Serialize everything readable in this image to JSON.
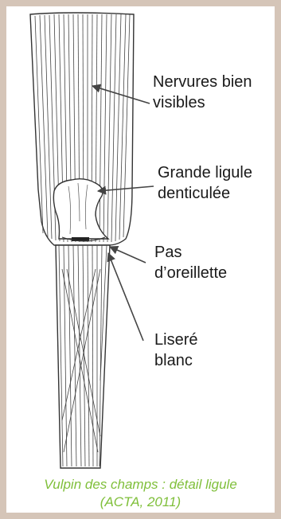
{
  "labels": {
    "nervures": [
      "Nervures bien",
      "visibles"
    ],
    "ligule": [
      "Grande ligule",
      "denticulée"
    ],
    "oreillette": [
      "Pas",
      "d’oreillette"
    ],
    "liseré": [
      "Liseré",
      "blanc"
    ]
  },
  "caption": {
    "line1": "Vulpin des champs : détail ligule",
    "line2": "(ACTA, 2011)"
  },
  "colors": {
    "page_border": "#d5c5b8",
    "caption": "#7fbf3a",
    "line": "#333333"
  }
}
